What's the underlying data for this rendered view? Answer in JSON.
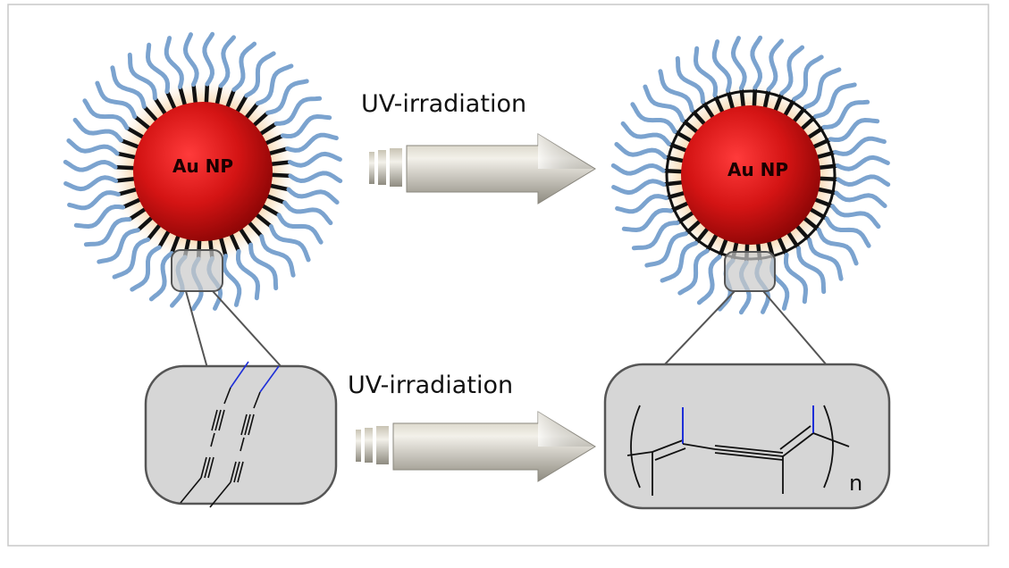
{
  "top_arrow_label": "UV-irradiation",
  "bottom_arrow_label": "UV-irradiation",
  "left_particle_label": "Au NP",
  "right_particle_label": "Au NP",
  "polymer_subscript": "n",
  "colors": {
    "gold_core": "#d41414",
    "ligand_tail": "#7ba3cf",
    "ligand_head": "#111111",
    "alkyne_link": "#1e2fd8",
    "zoom_box_fill": "#d6d6d6",
    "arrow": "#8a877e"
  }
}
